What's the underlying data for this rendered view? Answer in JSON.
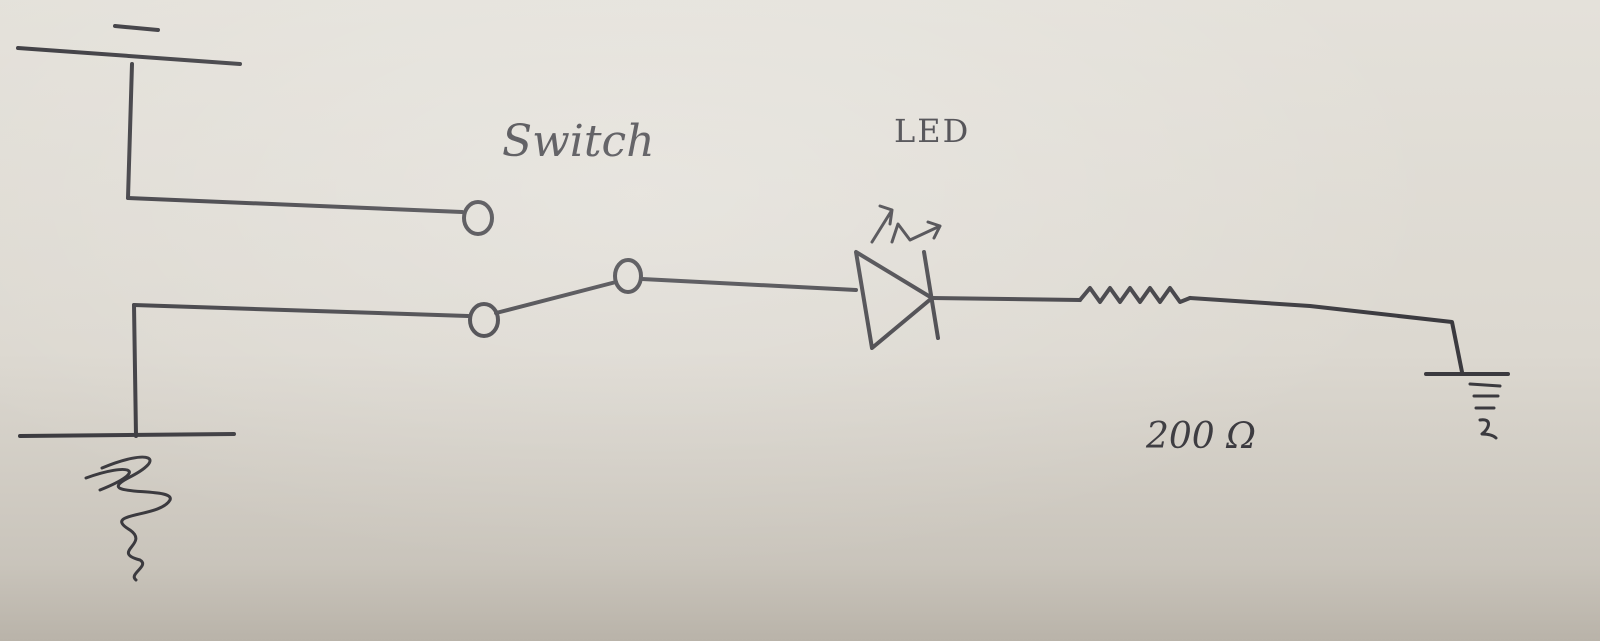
{
  "labels": {
    "switch": "Switch",
    "led": "LED",
    "resistor": "200 Ω"
  },
  "colors": {
    "ink": "#3b3a3f",
    "paper": "#dcd8d0"
  }
}
